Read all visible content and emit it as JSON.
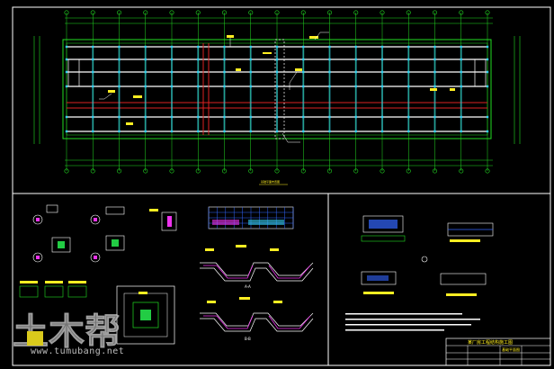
{
  "window": {
    "title": "CAD Drawing Viewer"
  },
  "colors": {
    "background": "#000000",
    "frame": "#ffffff",
    "grid_green": "#22dd22",
    "beam_white": "#ffffff",
    "beam_red": "#dd2222",
    "column_cyan": "#33ccee",
    "annotation_yellow": "#ffee22",
    "detail_blue": "#3366ff",
    "detail_magenta": "#ee33ee",
    "detail_green": "#22cc44"
  },
  "plan": {
    "caption": "基础平面布置图"
  },
  "details": {
    "section_label_a": "A-A",
    "section_label_b": "B-B"
  },
  "title_block": {
    "project": "某厂房工程结构施工图",
    "drawing_title": "基础平面图"
  },
  "watermark": {
    "logo_text": "土木帮",
    "url": "www.tumubang.net"
  },
  "icons": [
    "cad-drawing-icon"
  ]
}
